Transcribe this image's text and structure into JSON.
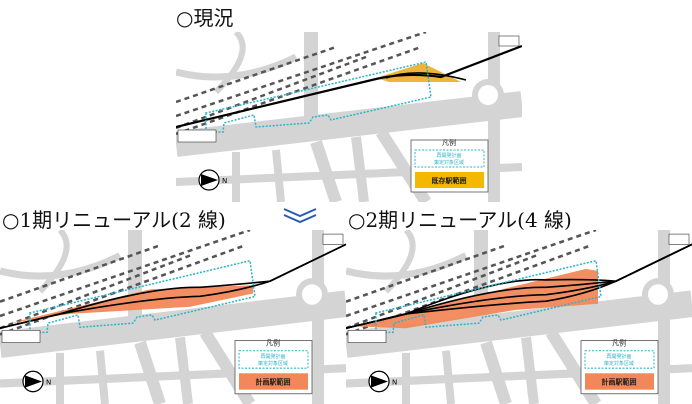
{
  "panels": [
    {
      "id": "current",
      "title": "○現況",
      "legend": {
        "title": "凡例",
        "boundary_label_1": "再開発計画",
        "boundary_label_2": "策定対象区域",
        "station_label": "既存駅範囲"
      },
      "station_color": "#f5b800",
      "band_color": "#f0b030",
      "tracks": 1
    },
    {
      "id": "phase1",
      "title": "○1期リニューアル(2 線)",
      "legend": {
        "title": "凡例",
        "boundary_label_1": "再開発計画",
        "boundary_label_2": "策定対象区域",
        "station_label": "計画駅範囲"
      },
      "station_color": "#f2875a",
      "band_color": "#f2875a",
      "tracks": 2
    },
    {
      "id": "phase2",
      "title": "○2期リニューアル(4 線)",
      "legend": {
        "title": "凡例",
        "boundary_label_1": "再開発計画",
        "boundary_label_2": "策定対象区域",
        "station_label": "計画駅範囲"
      },
      "station_color": "#f2875a",
      "band_color": "#f2875a",
      "tracks": 4
    }
  ],
  "compass_label": "N",
  "colors": {
    "boundary": "#2bb5c8",
    "road": "#d4d4d4",
    "track": "#111111",
    "arrow": "#2a5db0"
  }
}
